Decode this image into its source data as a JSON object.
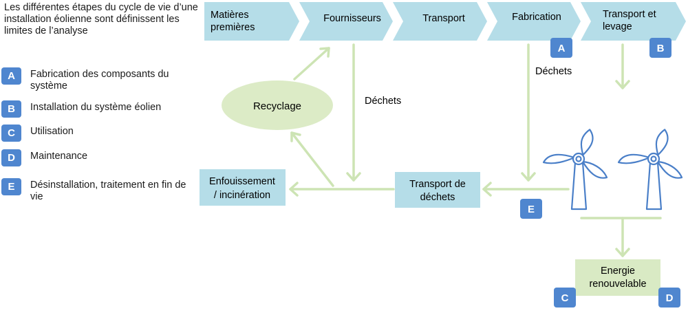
{
  "intro": "Les différentes étapes du cycle de vie d’une installation éolienne sont définissent les limites de l’analyse",
  "legend": [
    {
      "badge": "A",
      "text": "Fabrication des composants du système"
    },
    {
      "badge": "B",
      "text": "Installation du système éolien"
    },
    {
      "badge": "C",
      "text": "Utilisation"
    },
    {
      "badge": "D",
      "text": "Maintenance"
    },
    {
      "badge": "E",
      "text": "Désinstallation, traitement en fin de vie"
    }
  ],
  "chevrons": [
    [
      "Matières",
      "premières"
    ],
    [
      "Fournisseurs"
    ],
    [
      "Transport"
    ],
    [
      "Fabrication"
    ],
    [
      "Transport et",
      "levage"
    ]
  ],
  "badges": {
    "fabrication": "A",
    "transport_levage": "B",
    "transport_dechets": "E",
    "energie_left": "C",
    "energie_right": "D"
  },
  "labels": {
    "dechets_1": "Déchets",
    "dechets_2": "Déchets",
    "recyclage": "Recyclage"
  },
  "boxes": {
    "transport_dechets": [
      "Transport de",
      "déchets"
    ],
    "enfouissement": [
      "Enfouissement",
      "/ incinération"
    ],
    "energie": [
      "Energie",
      "renouvelable"
    ]
  },
  "colors": {
    "chevron": "#b5dde8",
    "arrow": "#cde4b4",
    "green_box": "#d9eac4",
    "ellipse": "#dcebc6",
    "badge": "#4f86cf",
    "turbine": "#4a7fc8"
  }
}
